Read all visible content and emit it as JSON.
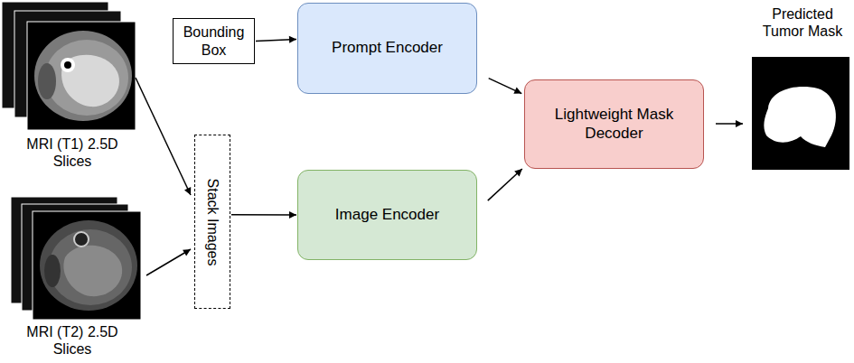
{
  "diagram": {
    "nodes": [
      {
        "text": [
          "Bounding Box"
        ]
      },
      {
        "text": [
          "Prompt Encoder"
        ]
      },
      {
        "text": [
          "Image Encoder"
        ]
      },
      {
        "text": [
          "Lightweight Mask Decoder"
        ]
      },
      {
        "text": [
          "Stack Images"
        ]
      }
    ],
    "edges": [
      {
        "from": 0,
        "to": 1,
        "arrow": "to"
      },
      {
        "from": 4,
        "to": 2,
        "arrow": "to"
      },
      {
        "from": 1,
        "to": 3,
        "arrow": "to"
      },
      {
        "from": 2,
        "to": 3,
        "arrow": "to"
      }
    ],
    "labels": [
      "MRI (T1) 2.5D Slices",
      "MRI (T2) 2.5D Slices",
      "Predicted Tumor Mask"
    ]
  }
}
